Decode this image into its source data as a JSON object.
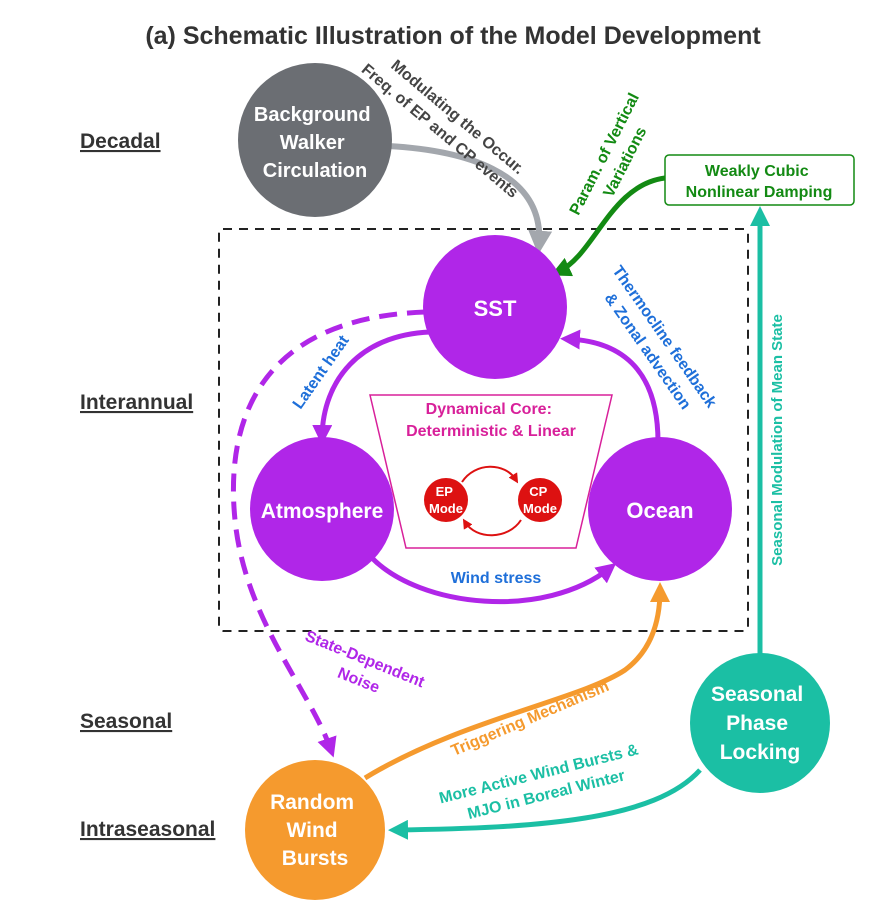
{
  "title": "(a) Schematic Illustration of the Model Development",
  "timescales": {
    "decadal": "Decadal",
    "interannual": "Interannual",
    "seasonal": "Seasonal",
    "intraseasonal": "Intraseasonal"
  },
  "nodes": {
    "walker": [
      "Background",
      "Walker",
      "Circulation"
    ],
    "sst": "SST",
    "atmosphere": "Atmosphere",
    "ocean": "Ocean",
    "wind_bursts": [
      "Random",
      "Wind",
      "Bursts"
    ],
    "phase_locking": [
      "Seasonal",
      "Phase",
      "Locking"
    ],
    "ep_mode": [
      "EP",
      "Mode"
    ],
    "cp_mode": [
      "CP",
      "Mode"
    ]
  },
  "core": {
    "line1": "Dynamical Core:",
    "line2": "Deterministic & Linear"
  },
  "damping_box": [
    "Weakly Cubic",
    "Nonlinear Damping"
  ],
  "annotations": {
    "walker_effect": [
      "Modulating the Occur.",
      "Freq. of EP and CP events"
    ],
    "vertical_param": [
      "Param. of Vertical",
      "Variations"
    ],
    "thermocline": [
      "Thermocline feedback",
      "& Zonal advection"
    ],
    "latent_heat": "Latent heat",
    "wind_stress": "Wind stress",
    "state_noise": [
      "State-Dependent",
      "Noise"
    ],
    "triggering": "Triggering Mechanism",
    "winter_bursts": [
      "More Active Wind Bursts &",
      "MJO in Boreal Winter"
    ],
    "seasonal_modulation": "Seasonal Modulation of Mean State"
  },
  "colors": {
    "purple": "#b026e8",
    "orange": "#f59a2e",
    "teal": "#1bbfa4",
    "green": "#138a13",
    "gray_node": "#6b6e73",
    "gray_arrow": "#a3a7ad",
    "blue_text": "#1e6fd9",
    "red": "#dd1111",
    "magenta": "#d8209a",
    "dark_text": "#333333"
  }
}
